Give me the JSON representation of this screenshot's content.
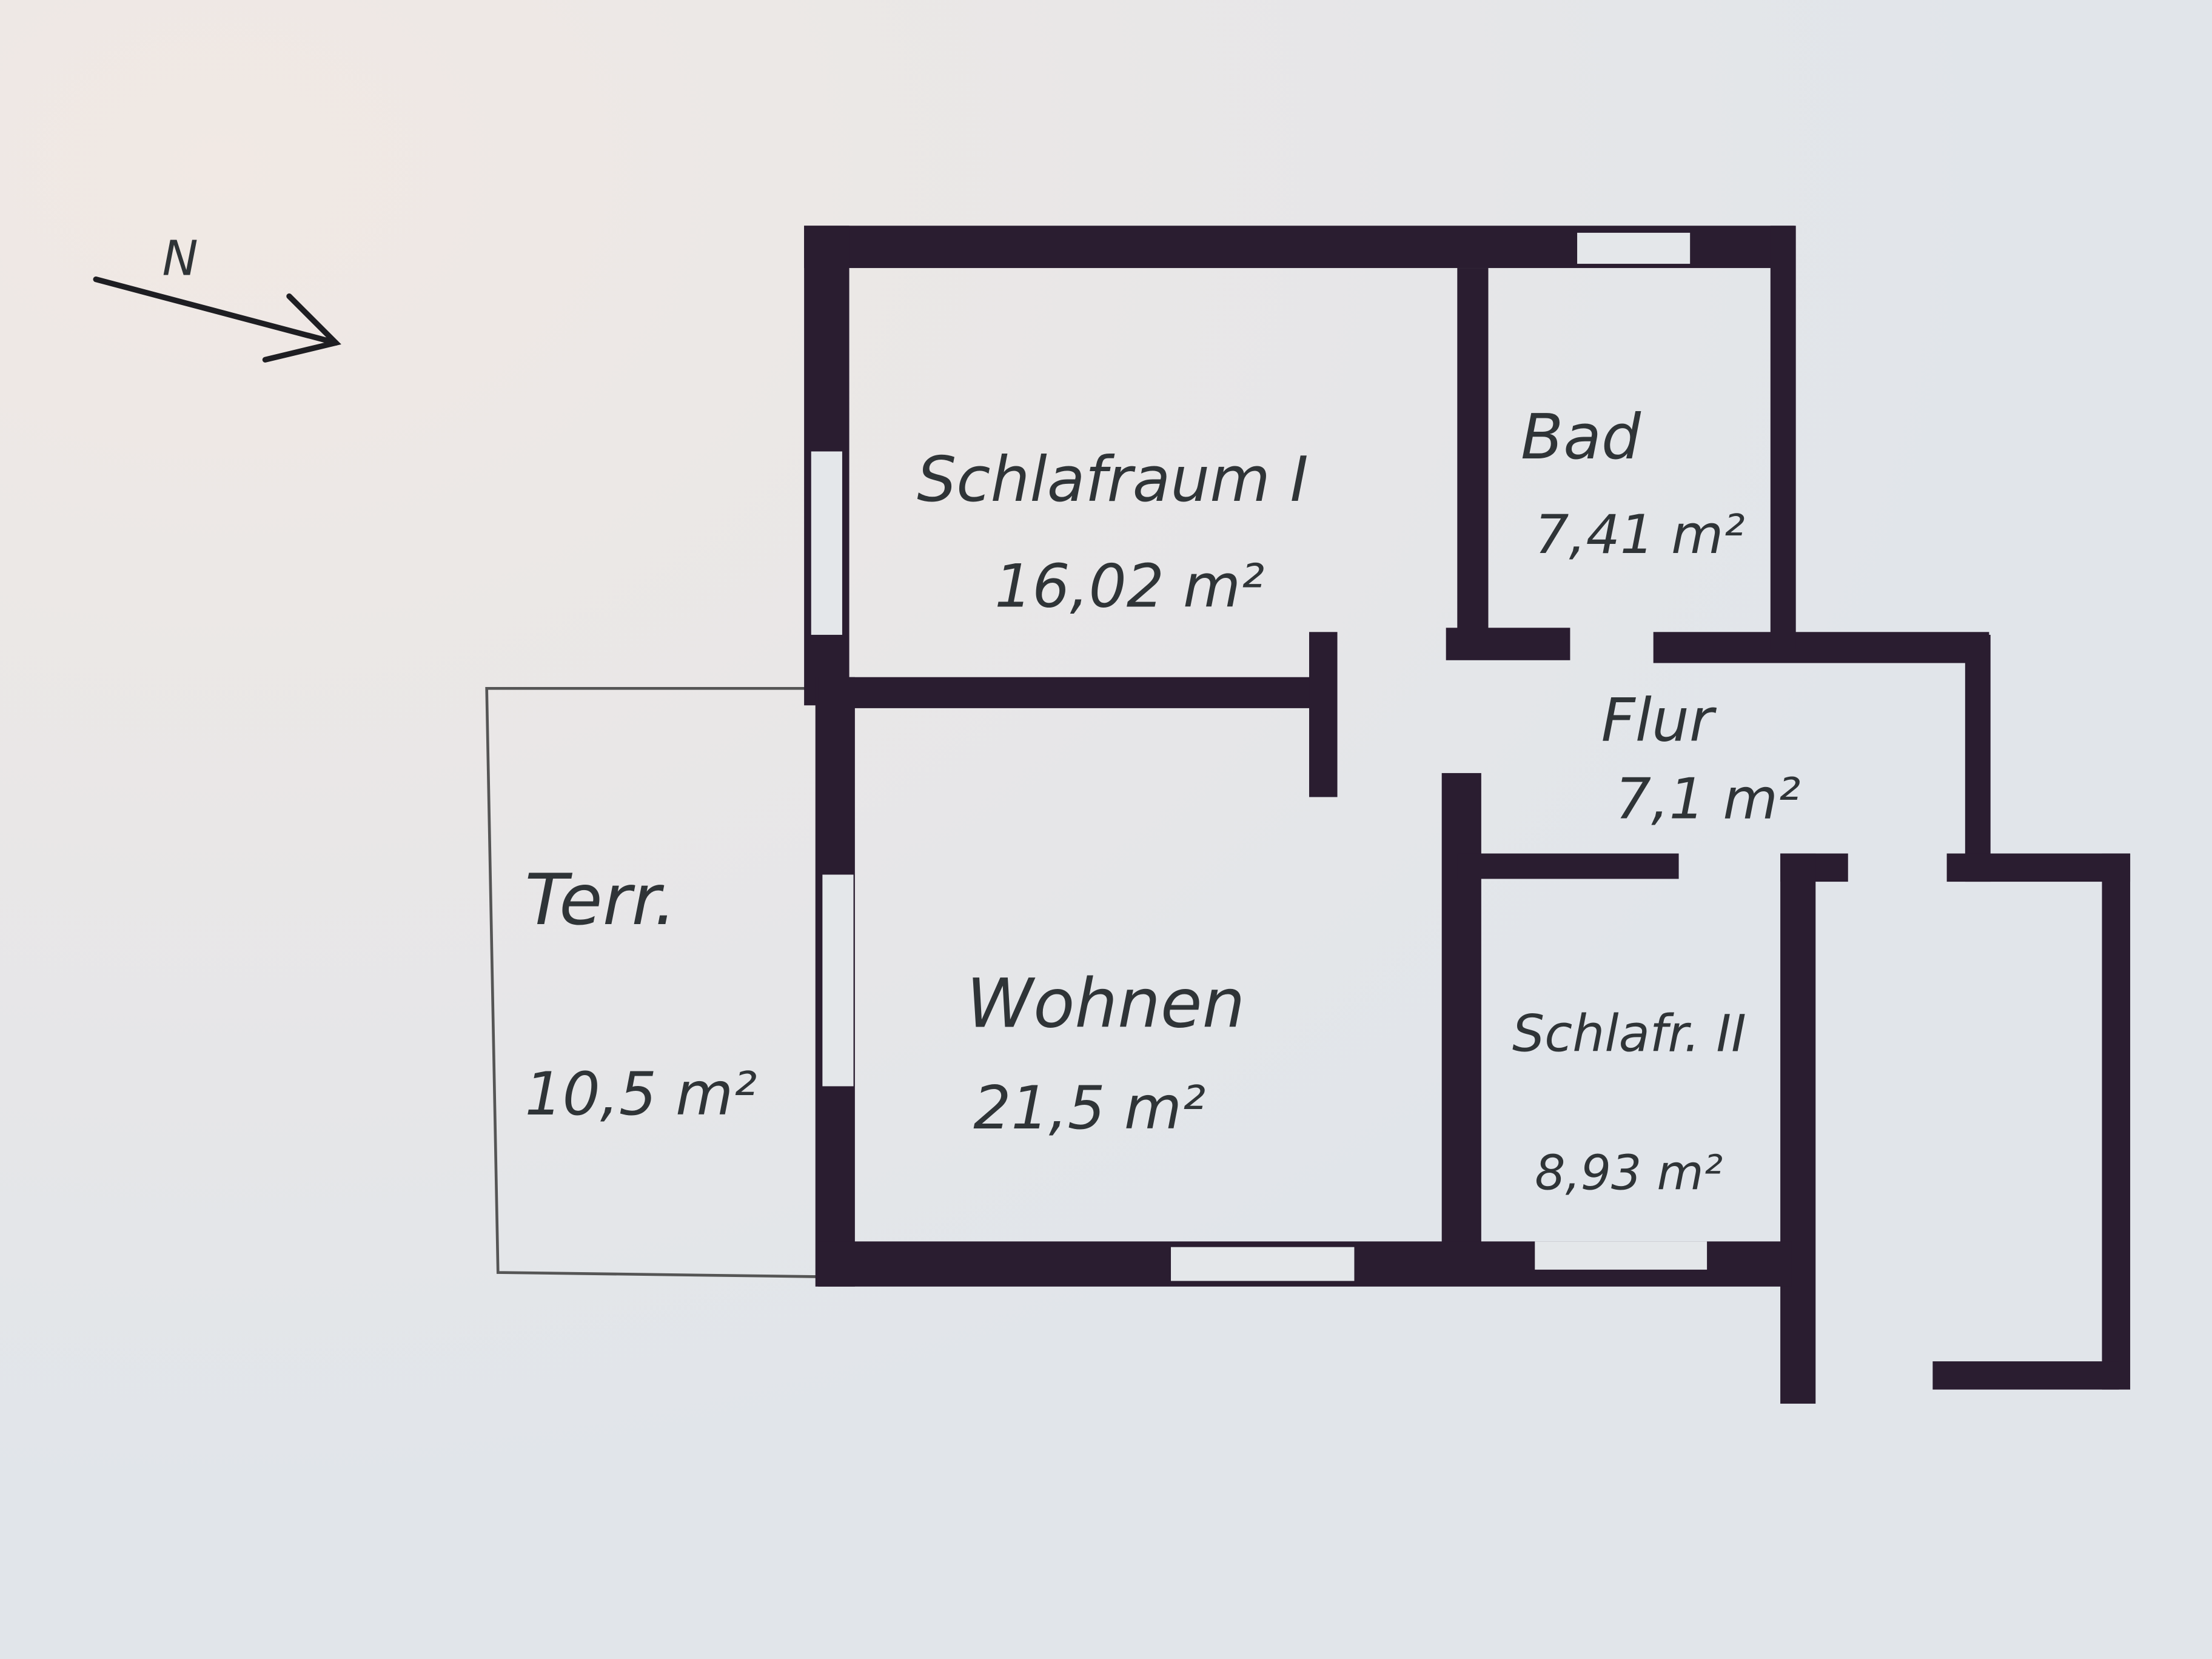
{
  "north_arrow": {
    "label": "N"
  },
  "rooms": [
    {
      "id": "schlafraum-1",
      "name": "Schlafraum I",
      "area": "16,02 m²"
    },
    {
      "id": "bad",
      "name": "Bad",
      "area": "7,41 m²"
    },
    {
      "id": "flur",
      "name": "Flur",
      "area": "7,1 m²"
    },
    {
      "id": "wohnen",
      "name": "Wohnen",
      "area": "21,5 m²"
    },
    {
      "id": "schlafraum-2",
      "name": "Schlafr. II",
      "area": "8,93 m²"
    },
    {
      "id": "terrasse",
      "name": "Terr.",
      "area": "10,5 m²"
    }
  ],
  "colors": {
    "paper": "#e3e6ea",
    "wall": "#2a1d30",
    "ink": "#2f3437"
  }
}
